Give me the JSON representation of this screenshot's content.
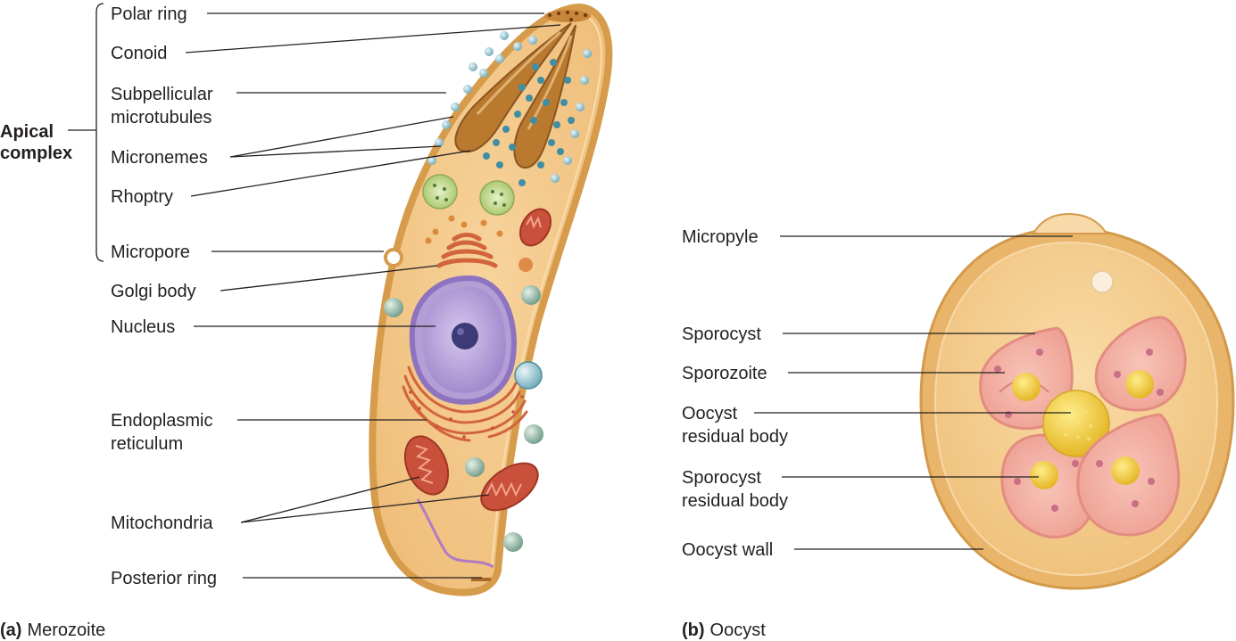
{
  "panel_a": {
    "caption_letter": "(a)",
    "caption_name": "Merozoite",
    "group_label_line1": "Apical",
    "group_label_line2": "complex",
    "labels": {
      "polar_ring": "Polar ring",
      "conoid": "Conoid",
      "subpellicular_1": "Subpellicular",
      "subpellicular_2": "microtubules",
      "micronemes": "Micronemes",
      "rhoptry": "Rhoptry",
      "micropore": "Micropore",
      "golgi": "Golgi body",
      "nucleus": "Nucleus",
      "er_1": "Endoplasmic",
      "er_2": "reticulum",
      "mitochondria": "Mitochondria",
      "posterior_ring": "Posterior ring"
    }
  },
  "panel_b": {
    "caption_letter": "(b)",
    "caption_name": "Oocyst",
    "labels": {
      "micropyle": "Micropyle",
      "sporocyst": "Sporocyst",
      "sporozoite": "Sporozoite",
      "oocyst_residual_1": "Oocyst",
      "oocyst_residual_2": "residual body",
      "sporocyst_residual_1": "Sporocyst",
      "sporocyst_residual_2": "residual body",
      "oocyst_wall": "Oocyst wall"
    }
  },
  "colors": {
    "cell_fill": "#f4c88a",
    "cell_border": "#d9a04f",
    "nucleus": "#a98fcf",
    "mitochondria": "#c8503e",
    "rhoptry": "#b2752e",
    "vesicle": "#9fc9d6",
    "oocyst_wall": "#e7b56c",
    "sporocyst": "#f2b1a5",
    "residual_body": "#f1d03c"
  }
}
